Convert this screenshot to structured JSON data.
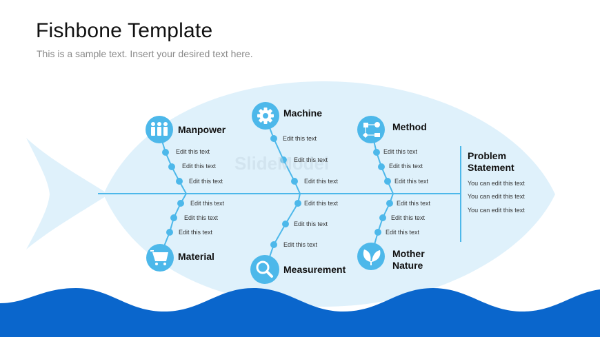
{
  "slide": {
    "title": "Fishbone Template",
    "subtitle": "This is a sample text. Insert your desired text here.",
    "watermark": "SlideModel"
  },
  "categories": [
    {
      "label": "Manpower",
      "icon": "people-icon",
      "items": [
        "Edit this text",
        "Edit this text",
        "Edit this text"
      ]
    },
    {
      "label": "Machine",
      "icon": "gear-icon",
      "items": [
        "Edit this text",
        "Edit this text",
        "Edit this text"
      ]
    },
    {
      "label": "Method",
      "icon": "flowchart-icon",
      "items": [
        "Edit this text",
        "Edit this text",
        "Edit this text"
      ]
    },
    {
      "label": "Material",
      "icon": "shopping-cart-icon",
      "items": [
        "Edit this text",
        "Edit this text",
        "Edit this text"
      ]
    },
    {
      "label": "Measurement",
      "icon": "magnifier-icon",
      "items": [
        "Edit this text",
        "Edit this text",
        "Edit this text"
      ]
    },
    {
      "label": "Mother Nature",
      "label_lines": [
        "Mother",
        "Nature"
      ],
      "icon": "leaf-icon",
      "items": [
        "Edit this text",
        "Edit this text",
        "Edit this text"
      ]
    }
  ],
  "problem": {
    "title_lines": [
      "Problem",
      "Statement"
    ],
    "lines": [
      "You can edit this text",
      "You can edit this text",
      "You can edit this text"
    ]
  },
  "colors": {
    "fish_body": "#dff1fb",
    "spine": "#4db8ea",
    "icon_circle": "#4db8ea",
    "wave": "#0a66cc"
  }
}
